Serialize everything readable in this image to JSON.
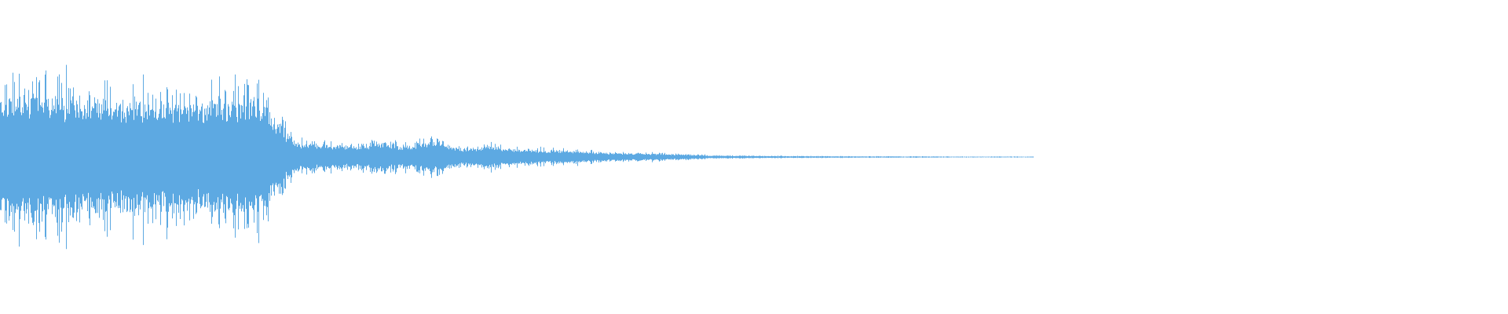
{
  "waveform": {
    "color": "#5DA9E2",
    "background": "#FFFFFF",
    "envelope_points": [
      [
        0.0,
        0.44
      ],
      [
        0.01,
        0.47
      ],
      [
        0.03,
        0.45
      ],
      [
        0.06,
        0.42
      ],
      [
        0.1,
        0.41
      ],
      [
        0.14,
        0.4
      ],
      [
        0.16,
        0.44
      ],
      [
        0.178,
        0.42
      ],
      [
        0.18,
        0.24
      ],
      [
        0.186,
        0.22
      ],
      [
        0.195,
        0.1
      ],
      [
        0.21,
        0.09
      ],
      [
        0.24,
        0.08
      ],
      [
        0.25,
        0.11
      ],
      [
        0.27,
        0.08
      ],
      [
        0.285,
        0.13
      ],
      [
        0.3,
        0.08
      ],
      [
        0.305,
        0.06
      ],
      [
        0.325,
        0.08
      ],
      [
        0.35,
        0.05
      ],
      [
        0.38,
        0.045
      ],
      [
        0.4,
        0.03
      ],
      [
        0.43,
        0.025
      ],
      [
        0.465,
        0.015
      ],
      [
        0.47,
        0.01
      ],
      [
        0.5,
        0.008
      ],
      [
        0.53,
        0.006
      ],
      [
        0.56,
        0.005
      ],
      [
        0.6,
        0.004
      ],
      [
        0.64,
        0.003
      ],
      [
        0.69,
        0.003
      ],
      [
        0.7,
        0.0
      ],
      [
        1.0,
        0.0
      ]
    ],
    "active_fraction": 0.685
  }
}
